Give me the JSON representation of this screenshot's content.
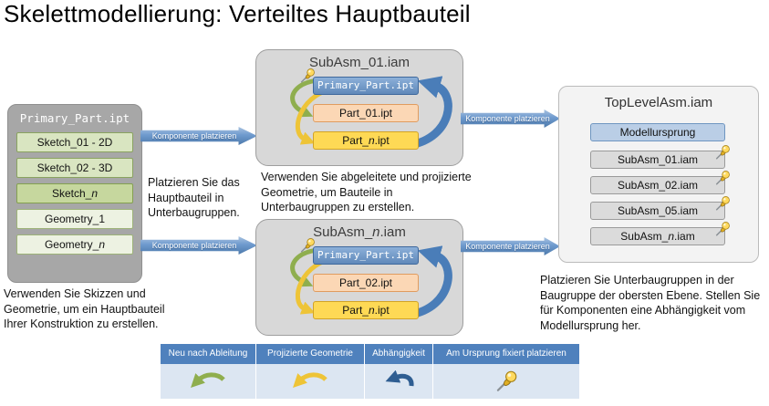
{
  "title": "Skelettmodellierung: Verteiltes Hauptbauteil",
  "arrow_label": "Komponente platzieren",
  "primary_part": {
    "title": "Primary_Part.ipt",
    "items": [
      {
        "pre": "Sketch_01 - 2D",
        "it": "",
        "post": ""
      },
      {
        "pre": "Sketch_02 - 3D",
        "it": "",
        "post": ""
      },
      {
        "pre": "Sketch_",
        "it": "n",
        "post": ""
      },
      {
        "pre": "Geometry_1",
        "it": "",
        "post": ""
      },
      {
        "pre": "Geometry_",
        "it": "n",
        "post": ""
      }
    ]
  },
  "subasm_top": {
    "title_pre": "SubAsm_01.iam",
    "title_it": "",
    "title_post": "",
    "primary": "Primary_Part.ipt",
    "part1": "Part_01.ipt",
    "part2_pre": "Part_",
    "part2_it": "n",
    "part2_post": ".ipt"
  },
  "subasm_bottom": {
    "title_pre": "SubAsm_",
    "title_it": "n",
    "title_post": ".iam",
    "primary": "Primary_Part.ipt",
    "part1": "Part_02.ipt",
    "part2_pre": "Part_",
    "part2_it": "n",
    "part2_post": ".ipt"
  },
  "toplevel": {
    "title": "TopLevelAsm.iam",
    "origin": "Modellursprung",
    "items": [
      {
        "pre": "SubAsm_01.iam",
        "it": "",
        "post": ""
      },
      {
        "pre": "SubAsm_02.iam",
        "it": "",
        "post": ""
      },
      {
        "pre": "SubAsm_05.iam",
        "it": "",
        "post": ""
      },
      {
        "pre": "SubAsm_",
        "it": "n",
        "post": ".iam"
      }
    ]
  },
  "captions": {
    "primary": "Verwenden Sie Skizzen und Geometrie, um ein Hauptbauteil Ihrer Konstruktion zu erstellen.",
    "place_main": "Platzieren Sie das Hauptbauteil in Unterbaugruppen.",
    "derived": "Verwenden Sie abgeleitete und projizierte Geometrie, um Bauteile in Unterbaugruppen zu erstellen.",
    "toplevel": "Platzieren Sie Unterbaugruppen in der Baugruppe der obersten Ebene. Stellen Sie für Komponenten eine Abhängigkeit vom Modellursprung her."
  },
  "legend": {
    "columns": [
      {
        "label": "Neu nach Ableitung",
        "icon": "derive-arrow-icon"
      },
      {
        "label": "Projizierte Geometrie",
        "icon": "projected-geometry-arrow-icon"
      },
      {
        "label": "Abhängigkeit",
        "icon": "constraint-arrow-icon"
      },
      {
        "label": "Am Ursprung fixiert platzieren",
        "icon": "pushpin-icon"
      }
    ]
  },
  "colors": {
    "accent_blue": "#4f81bd",
    "legend_body_blue": "#dce6f2",
    "derive_green": "#8fae4e",
    "projected_yellow": "#eec437",
    "part_orange": "#fbd7b5",
    "part_yellow": "#fed955",
    "primary_gray": "#a7a7a7",
    "subasm_gray": "#d8d8d8",
    "pin_gold": "#ffd95e"
  }
}
